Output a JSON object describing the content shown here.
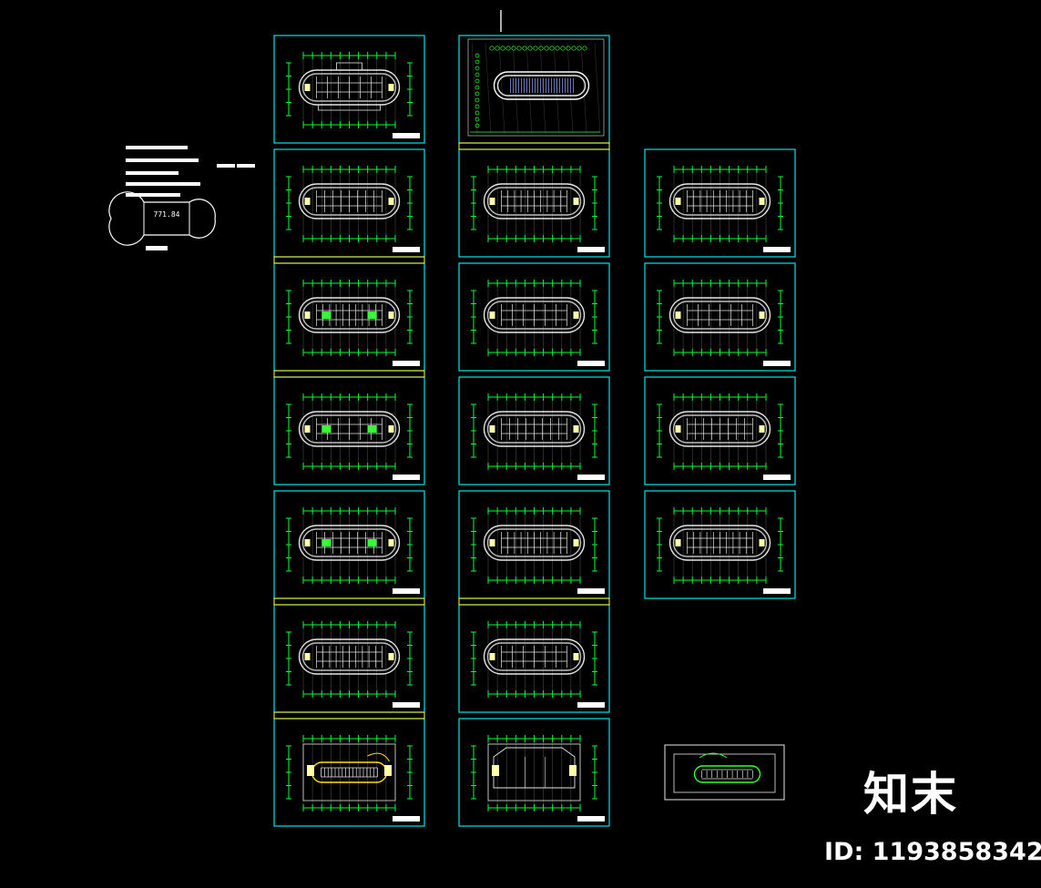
{
  "plan_area_label": "771.84",
  "brand_mark": "知末",
  "id_label": "ID: 1193858342",
  "colors": {
    "background": "#000000",
    "frame": "#00e5e5",
    "divider": "#ffff33",
    "dimension": "#00ff33",
    "plan": "#e6e6e6",
    "title_block": "#ffffff",
    "highlight": "#33ff33",
    "note_text": "#ffffff"
  },
  "drawing_sheets": [
    {
      "id": "column-1-sheet-1",
      "kind": "ground-floor-plan"
    },
    {
      "id": "column-1-sheet-2",
      "kind": "floor-plan"
    },
    {
      "id": "column-1-sheet-3",
      "kind": "floor-plan"
    },
    {
      "id": "column-1-sheet-4",
      "kind": "floor-plan"
    },
    {
      "id": "column-1-sheet-5",
      "kind": "floor-plan"
    },
    {
      "id": "column-1-sheet-6",
      "kind": "floor-plan"
    },
    {
      "id": "column-1-sheet-7",
      "kind": "roof-plan"
    },
    {
      "id": "column-2-sheet-1",
      "kind": "site-plan"
    },
    {
      "id": "column-2-sheet-2",
      "kind": "floor-plan"
    },
    {
      "id": "column-2-sheet-3",
      "kind": "floor-plan"
    },
    {
      "id": "column-2-sheet-4",
      "kind": "floor-plan"
    },
    {
      "id": "column-2-sheet-5",
      "kind": "floor-plan"
    },
    {
      "id": "column-2-sheet-6",
      "kind": "floor-plan"
    },
    {
      "id": "column-2-sheet-7",
      "kind": "roof-plan"
    },
    {
      "id": "column-3-sheet-1",
      "kind": "floor-plan"
    },
    {
      "id": "column-3-sheet-2",
      "kind": "floor-plan"
    },
    {
      "id": "column-3-sheet-3",
      "kind": "floor-plan"
    },
    {
      "id": "column-3-sheet-4",
      "kind": "floor-plan"
    },
    {
      "id": "loose-roof-plan",
      "kind": "roof-plan"
    }
  ]
}
